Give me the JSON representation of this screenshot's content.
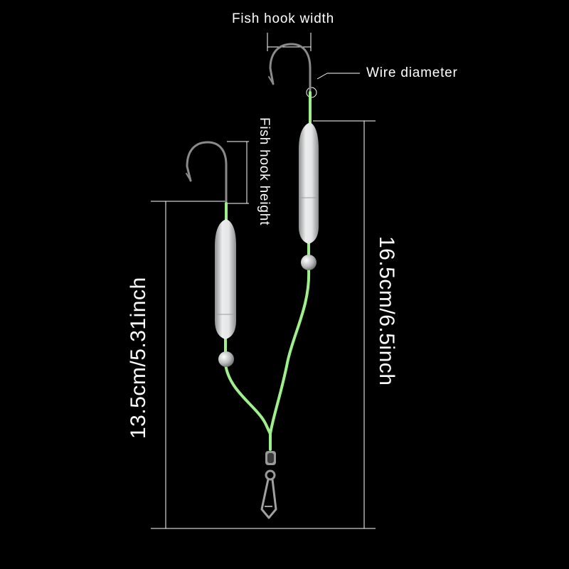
{
  "labels": {
    "hook_width": "Fish hook width",
    "wire_diameter": "Wire diameter",
    "hook_height": "Fish hook height",
    "length_short": "13.5cm/5.31inch",
    "length_long": "16.5cm/6.5inch"
  },
  "colors": {
    "background": "#000000",
    "line": "#9ef08a",
    "float": "#d9dadb",
    "hook": "#8a8a8a",
    "dimension_line": "#ffffff"
  }
}
